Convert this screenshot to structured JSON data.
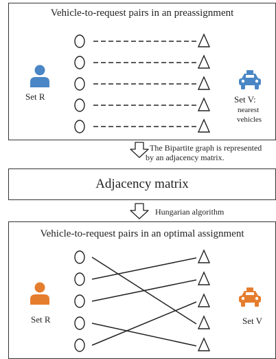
{
  "top_panel": {
    "title": "Vehicle-to-request pairs in an preassignment",
    "set_r_label": "Set R",
    "set_v_label_line1": "Set V:",
    "set_v_label_line2": "nearest",
    "set_v_label_line3": "vehicles",
    "request_count": 5,
    "vehicle_count": 5,
    "pairs": [
      [
        0,
        0
      ],
      [
        1,
        1
      ],
      [
        2,
        2
      ],
      [
        3,
        3
      ],
      [
        4,
        4
      ]
    ],
    "edge_style": "dashed"
  },
  "step1": {
    "caption_line1": "The Bipartite graph is represented",
    "caption_line2": "by an adjacency matrix."
  },
  "middle_panel": {
    "label": "Adjacency matrix"
  },
  "step2": {
    "caption": "Hungarian algorithm"
  },
  "bottom_panel": {
    "title": "Vehicle-to-request pairs in an optimal assignment",
    "set_r_label": "Set R",
    "set_v_label": "Set V",
    "request_count": 5,
    "vehicle_count": 5,
    "pairs": [
      [
        0,
        3
      ],
      [
        1,
        0
      ],
      [
        2,
        1
      ],
      [
        3,
        4
      ],
      [
        4,
        2
      ]
    ],
    "edge_style": "solid"
  },
  "colors": {
    "person_top": "#4a86c5",
    "taxi_top": "#4a86c5",
    "person_bottom": "#e57d2e",
    "taxi_bottom": "#e57d2e",
    "stroke": "#222222"
  },
  "icons": {
    "request": "person-icon",
    "vehicle": "taxi-icon",
    "down_arrow": "down-arrow-icon"
  }
}
